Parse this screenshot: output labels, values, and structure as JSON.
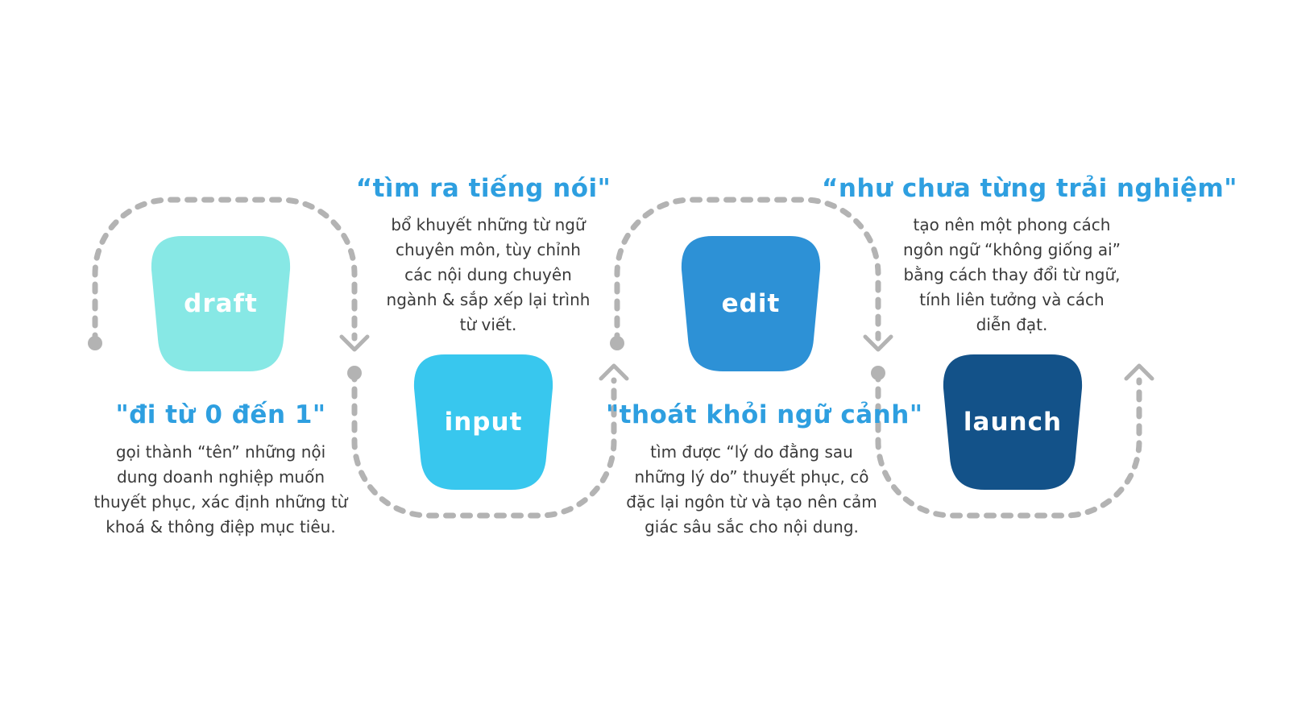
{
  "colors": {
    "path": "#b3b3b3",
    "draft": "#87e8e5",
    "input": "#38c7ee",
    "edit": "#2d91d6",
    "launch": "#135289",
    "heading": "#2e9fe0",
    "body_text": "#3a3a3a"
  },
  "stages": [
    {
      "label": "draft",
      "heading": "\"đi từ 0 đến 1\"",
      "description": "gọi thành “tên” những nội dung doanh nghiệp muốn thuyết phục, xác định những từ khoá & thông điệp mục tiêu."
    },
    {
      "label": "input",
      "heading": "“tìm ra tiếng nói\"",
      "description": "bổ khuyết những từ ngữ chuyên môn, tùy chỉnh các nội dung chuyên ngành & sắp xếp lại trình từ viết."
    },
    {
      "label": "edit",
      "heading": "\"thoát khỏi ngữ cảnh\"",
      "description": "tìm được “lý do đằng sau những lý do” thuyết phục, cô đặc lại ngôn từ và tạo nên cảm giác sâu sắc cho nội dung."
    },
    {
      "label": "launch",
      "heading": "“như chưa từng trải nghiệm\"",
      "description": "tạo nên một phong cách ngôn ngữ “không giống ai” bằng cách thay đổi từ ngữ, tính liên tưởng và cách diễn đạt."
    }
  ]
}
